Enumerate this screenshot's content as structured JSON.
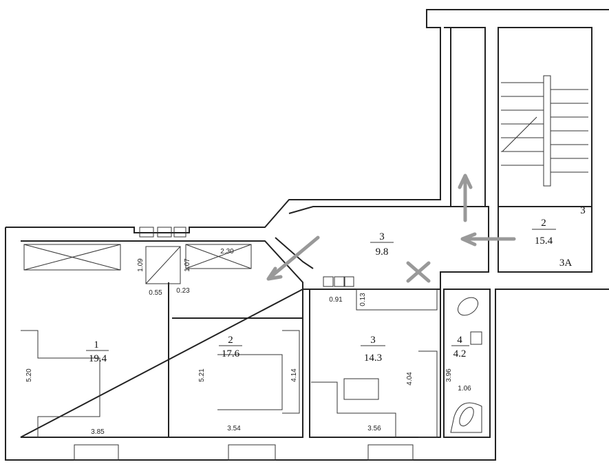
{
  "rooms": [
    {
      "number": "1",
      "area": "19.4"
    },
    {
      "number": "2",
      "area": "17.6"
    },
    {
      "number": "3",
      "area": "14.3"
    },
    {
      "number": "4",
      "area": "4.2"
    },
    {
      "number": "3",
      "area": "9.8"
    }
  ],
  "stairwell": {
    "number": "2",
    "area": "15.4",
    "label_3": "3",
    "label_3a": "3A"
  },
  "dimensions": {
    "d385": "3.85",
    "d354": "3.54",
    "d356": "3.56",
    "d520": "5.20",
    "d521": "5.21",
    "d414": "4.14",
    "d404": "4.04",
    "d396": "3.96",
    "d106": "1.06",
    "d109": "1.09",
    "d107": "1.07",
    "d230": "2.30",
    "d055": "0.55",
    "d023": "0.23",
    "d091": "0.91",
    "d013": "0.13"
  },
  "colors": {
    "wall": "#222222",
    "arrow": "#999999"
  }
}
